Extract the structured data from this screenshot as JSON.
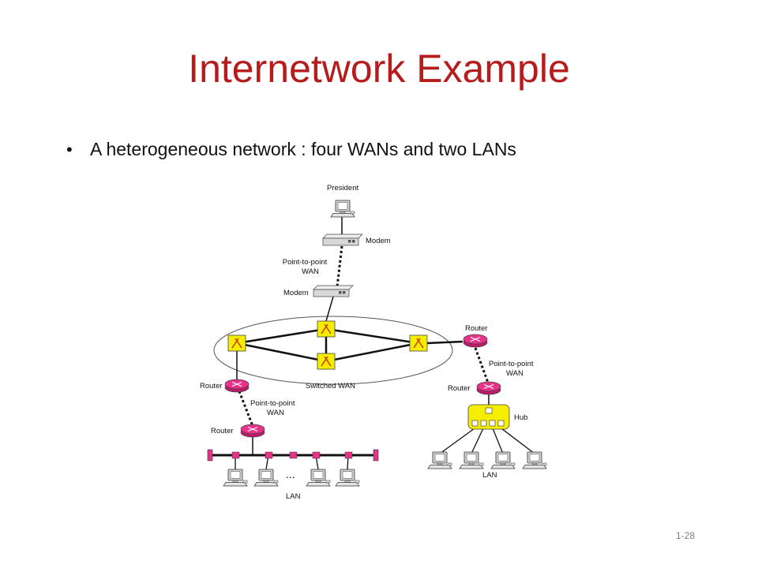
{
  "title": "Internetwork Example",
  "bullets": [
    "A heterogeneous network : four WANs and two LANs"
  ],
  "slide_number": "1-28",
  "diagram": {
    "president": "President",
    "modem_top": "Modem",
    "p2p_top_line1": "Point-to-point",
    "p2p_top_line2": "WAN",
    "modem_bottom": "Modem",
    "switched_wan": "Switched WAN",
    "router_left_upper": "Router",
    "p2p_left_line1": "Point-to-point",
    "p2p_left_line2": "WAN",
    "router_left_lower": "Router",
    "left_lan": "LAN",
    "ellipsis": "...",
    "router_right_upper": "Router",
    "p2p_right_line1": "Point-to-point",
    "p2p_right_line2": "WAN",
    "router_right_lower": "Router",
    "hub": "Hub",
    "right_lan": "LAN"
  },
  "colors": {
    "title": "#b71c1c",
    "router": "#e8338a",
    "switch": "#f5ee00",
    "hub": "#f5ee00",
    "lan_tap": "#e8338a"
  }
}
